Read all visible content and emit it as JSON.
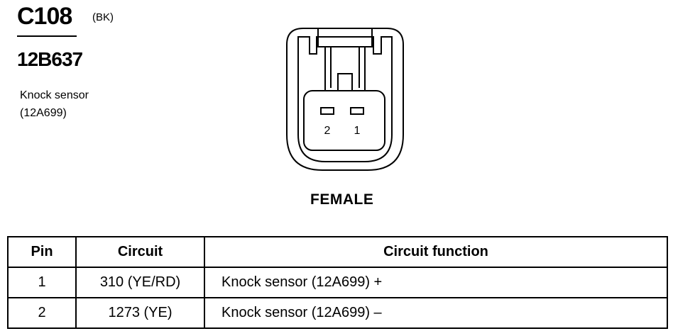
{
  "header": {
    "connector_id": "C108",
    "connector_color": "(BK)",
    "part_number": "12B637",
    "description_line1": "Knock sensor",
    "description_line2": "(12A699)"
  },
  "connector_view": {
    "gender": "FEMALE",
    "cavities": [
      {
        "label": "2"
      },
      {
        "label": "1"
      }
    ]
  },
  "pin_table": {
    "columns": [
      "Pin",
      "Circuit",
      "Circuit function"
    ],
    "rows": [
      {
        "pin": "1",
        "circuit": "310 (YE/RD)",
        "function": "Knock sensor (12A699) +"
      },
      {
        "pin": "2",
        "circuit": "1273 (YE)",
        "function": "Knock sensor (12A699) –"
      }
    ]
  }
}
